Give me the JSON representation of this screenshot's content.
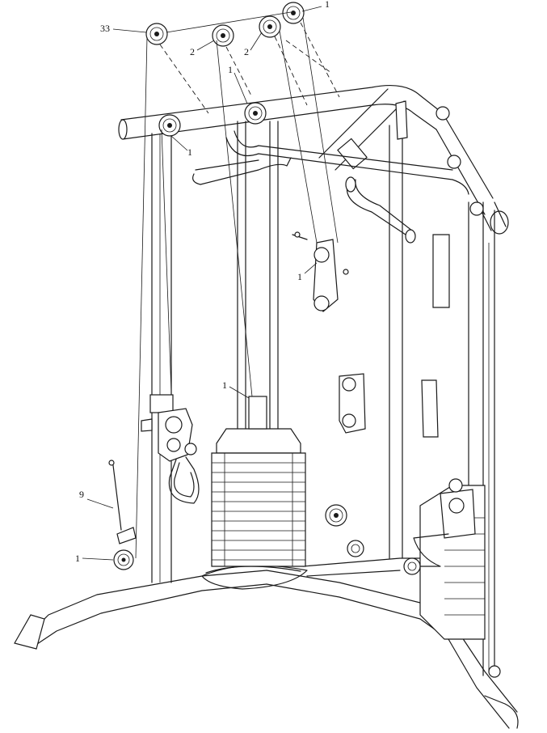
{
  "callouts": [
    {
      "id": "c33",
      "text": "33"
    },
    {
      "id": "c1a",
      "text": "1"
    },
    {
      "id": "c2a",
      "text": "2"
    },
    {
      "id": "c2b",
      "text": "2"
    },
    {
      "id": "c1b",
      "text": "1"
    },
    {
      "id": "c1c",
      "text": "1"
    },
    {
      "id": "c1d",
      "text": "1"
    },
    {
      "id": "c1e",
      "text": "1"
    },
    {
      "id": "c9",
      "text": "9"
    },
    {
      "id": "c1f",
      "text": "1"
    }
  ],
  "colors": {
    "line": "#1a1a1a",
    "background": "#ffffff"
  }
}
